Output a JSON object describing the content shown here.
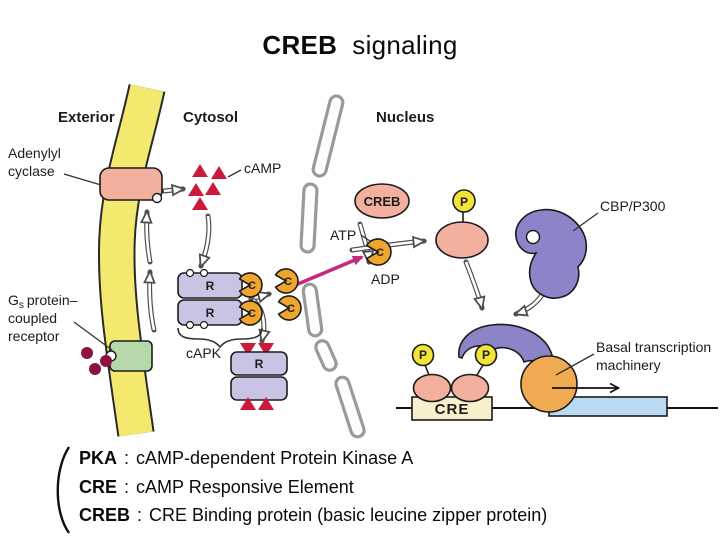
{
  "title": {
    "term": "CREB",
    "rest": "signaling"
  },
  "regions": {
    "exterior": "Exterior",
    "cytosol": "Cytosol",
    "nucleus": "Nucleus"
  },
  "labels": {
    "adenylyl_l1": "Adenylyl",
    "adenylyl_l2": "cyclase",
    "camp": "cAMP",
    "gs_g": "G",
    "gs_sub": "s",
    "gs_rest": "protein–",
    "gs_l2": "coupled",
    "gs_l3": "receptor",
    "capk": "cAPK",
    "creb": "CREB",
    "atp": "ATP",
    "adp": "ADP",
    "cbp": "CBP/P300",
    "basal_l1": "Basal transcription",
    "basal_l2": "machinery",
    "cre": "CRE",
    "r_subunit": "R",
    "c_subunit": "C",
    "phosphate": "P"
  },
  "legend": {
    "separator": ":",
    "items": [
      {
        "term": "PKA",
        "desc": "cAMP-dependent Protein Kinase A"
      },
      {
        "term": "CRE",
        "desc": "cAMP Responsive Element"
      },
      {
        "term": "CREB",
        "desc": "CRE Binding protein (basic leucine zipper protein)"
      }
    ]
  },
  "colors": {
    "membrane": "#f2e96e",
    "protein_pink": "#f3b09e",
    "subunit_purple": "#c9c4e4",
    "catalytic_orange": "#efa62e",
    "receptor_green": "#b7d8a8",
    "ligand_maroon": "#8c1144",
    "camp_red": "#cc1a3d",
    "signal_magenta": "#c22a7a",
    "cbp_purple": "#8b84c9",
    "machinery_orange": "#efaa52",
    "phosphate_yellow": "#f4e43a",
    "cre_cream": "#f8efcd",
    "gene_blue": "#badaf2",
    "envelope_gray": "#9a9a9a"
  }
}
